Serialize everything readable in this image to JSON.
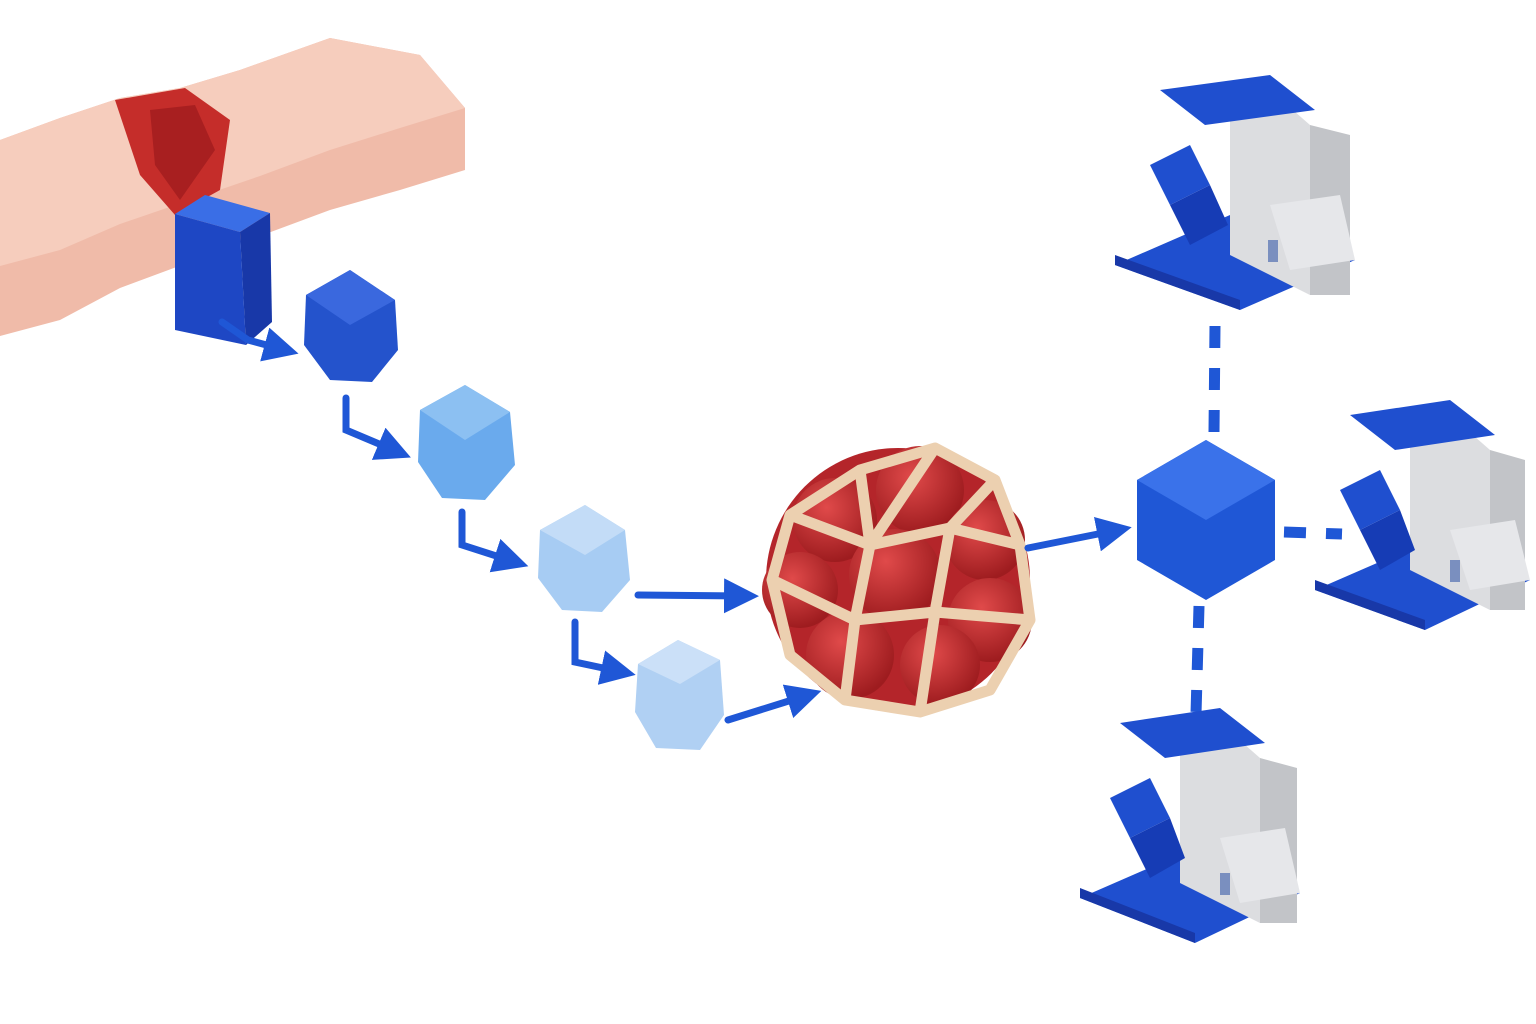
{
  "diagram": {
    "text_labels": [],
    "nodes": [
      {
        "id": "tissue-strip",
        "icon": "tissue-strip-icon",
        "color": "#eaa594"
      },
      {
        "id": "sample-block",
        "icon": "sample-block-icon",
        "color": "#1f4fcf"
      },
      {
        "id": "cell-stage-1",
        "icon": "cell-icon",
        "color": "#2350c8"
      },
      {
        "id": "cell-stage-2",
        "icon": "cell-icon",
        "color": "#6aa9ec"
      },
      {
        "id": "cell-stage-3",
        "icon": "cell-icon",
        "color": "#a9ccf2"
      },
      {
        "id": "cell-stage-4",
        "icon": "cell-icon",
        "color": "#b3d1f3"
      },
      {
        "id": "cell-cluster",
        "icon": "cell-cluster-icon",
        "color": "#c0272a"
      },
      {
        "id": "hub",
        "icon": "hexagon-hub-icon",
        "color": "#1f5ae0"
      },
      {
        "id": "microscope-station-top",
        "icon": "microscope-station-icon",
        "color": "#1f4fcf"
      },
      {
        "id": "microscope-station-right",
        "icon": "microscope-station-icon",
        "color": "#1f4fcf"
      },
      {
        "id": "microscope-station-bottom",
        "icon": "microscope-station-icon",
        "color": "#1f4fcf"
      }
    ],
    "edges": [
      {
        "from": "sample-block",
        "to": "cell-stage-1",
        "style": "arrow"
      },
      {
        "from": "cell-stage-1",
        "to": "cell-stage-2",
        "style": "arrow"
      },
      {
        "from": "cell-stage-2",
        "to": "cell-stage-3",
        "style": "arrow"
      },
      {
        "from": "cell-stage-3",
        "to": "cell-cluster",
        "style": "arrow"
      },
      {
        "from": "cell-stage-3",
        "to": "cell-stage-4",
        "style": "arrow"
      },
      {
        "from": "cell-stage-4",
        "to": "cell-cluster",
        "style": "arrow"
      },
      {
        "from": "cell-cluster",
        "to": "hub",
        "style": "arrow"
      },
      {
        "from": "hub",
        "to": "microscope-station-top",
        "style": "dashed"
      },
      {
        "from": "hub",
        "to": "microscope-station-right",
        "style": "dashed"
      },
      {
        "from": "hub",
        "to": "microscope-station-bottom",
        "style": "dashed"
      }
    ],
    "colors": {
      "accent_blue": "#1f4fcf",
      "arrow_blue": "#1f57d6",
      "cluster_red": "#c0272a",
      "mesh_beige": "#e9c9a6",
      "station_gray": "#dcdde0"
    }
  }
}
